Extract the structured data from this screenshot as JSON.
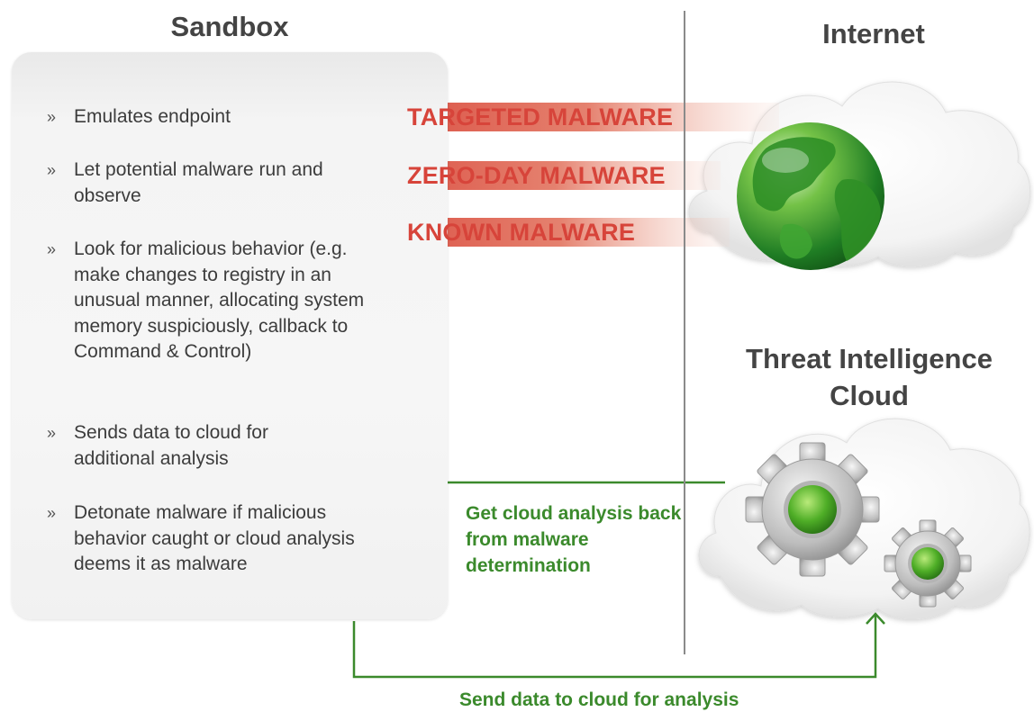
{
  "sandbox": {
    "title": "Sandbox",
    "bullet_marker": "»",
    "bullets": [
      "Emulates endpoint",
      "Let potential malware run and observe",
      "Look for malicious behavior (e.g. make changes to registry in an unusual manner, allocating system memory suspiciously, callback to Command & Control)",
      "Sends data to cloud for additional analysis",
      "Detonate malware if malicious behavior caught or cloud analysis deems it as malware"
    ]
  },
  "internet": {
    "title": "Internet"
  },
  "threat_cloud": {
    "title_line1": "Threat Intelligence",
    "title_line2": "Cloud"
  },
  "malware_arrows": [
    "TARGETED MALWARE",
    "ZERO-DAY MALWARE",
    "KNOWN MALWARE"
  ],
  "flows": {
    "get_analysis": "Get cloud analysis back from malware determination",
    "send_data": "Send data to cloud for analysis"
  },
  "colors": {
    "arrow_red": "#d9473c",
    "arrow_label_red": "#d7443a",
    "flow_green": "#3b8a2c",
    "globe_green": "#3d9a2e",
    "gear_grey": "#c8c8c8"
  }
}
